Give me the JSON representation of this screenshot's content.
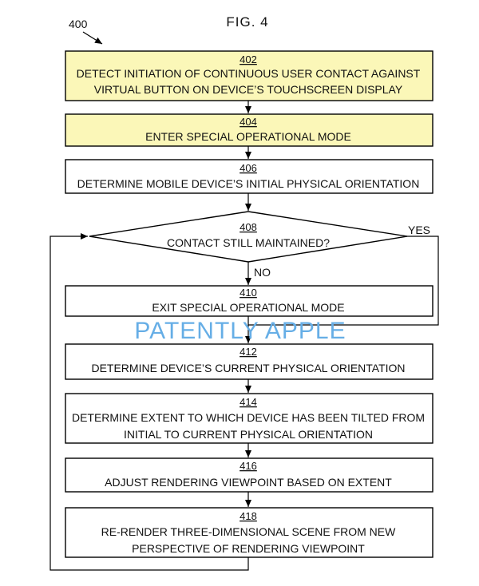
{
  "figure": {
    "title": "FIG. 4",
    "ref": "400"
  },
  "colors": {
    "highlight": "#fbf7b8",
    "box": "#ffffff",
    "line": "#000000",
    "watermark": "#66aee6"
  },
  "steps": {
    "s402": {
      "num": "402",
      "lines": [
        "DETECT INITIATION OF CONTINUOUS USER CONTACT AGAINST",
        "VIRTUAL BUTTON ON DEVICE’S TOUCHSCREEN DISPLAY"
      ]
    },
    "s404": {
      "num": "404",
      "lines": [
        "ENTER SPECIAL OPERATIONAL MODE"
      ]
    },
    "s406": {
      "num": "406",
      "lines": [
        "DETERMINE MOBILE DEVICE’S INITIAL PHYSICAL ORIENTATION"
      ]
    },
    "s408": {
      "num": "408",
      "lines": [
        "CONTACT STILL MAINTAINED?"
      ],
      "yes": "YES",
      "no": "NO"
    },
    "s410": {
      "num": "410",
      "lines": [
        "EXIT SPECIAL OPERATIONAL MODE"
      ]
    },
    "s412": {
      "num": "412",
      "lines": [
        "DETERMINE DEVICE’S CURRENT PHYSICAL ORIENTATION"
      ]
    },
    "s414": {
      "num": "414",
      "lines": [
        "DETERMINE EXTENT TO WHICH DEVICE HAS BEEN TILTED FROM",
        "INITIAL TO CURRENT PHYSICAL ORIENTATION"
      ]
    },
    "s416": {
      "num": "416",
      "lines": [
        "ADJUST RENDERING VIEWPOINT BASED ON EXTENT"
      ]
    },
    "s418": {
      "num": "418",
      "lines": [
        "RE-RENDER THREE-DIMENSIONAL SCENE FROM NEW",
        "PERSPECTIVE OF RENDERING VIEWPOINT"
      ]
    }
  },
  "watermark": {
    "text": "PATENTLY APPLE"
  }
}
